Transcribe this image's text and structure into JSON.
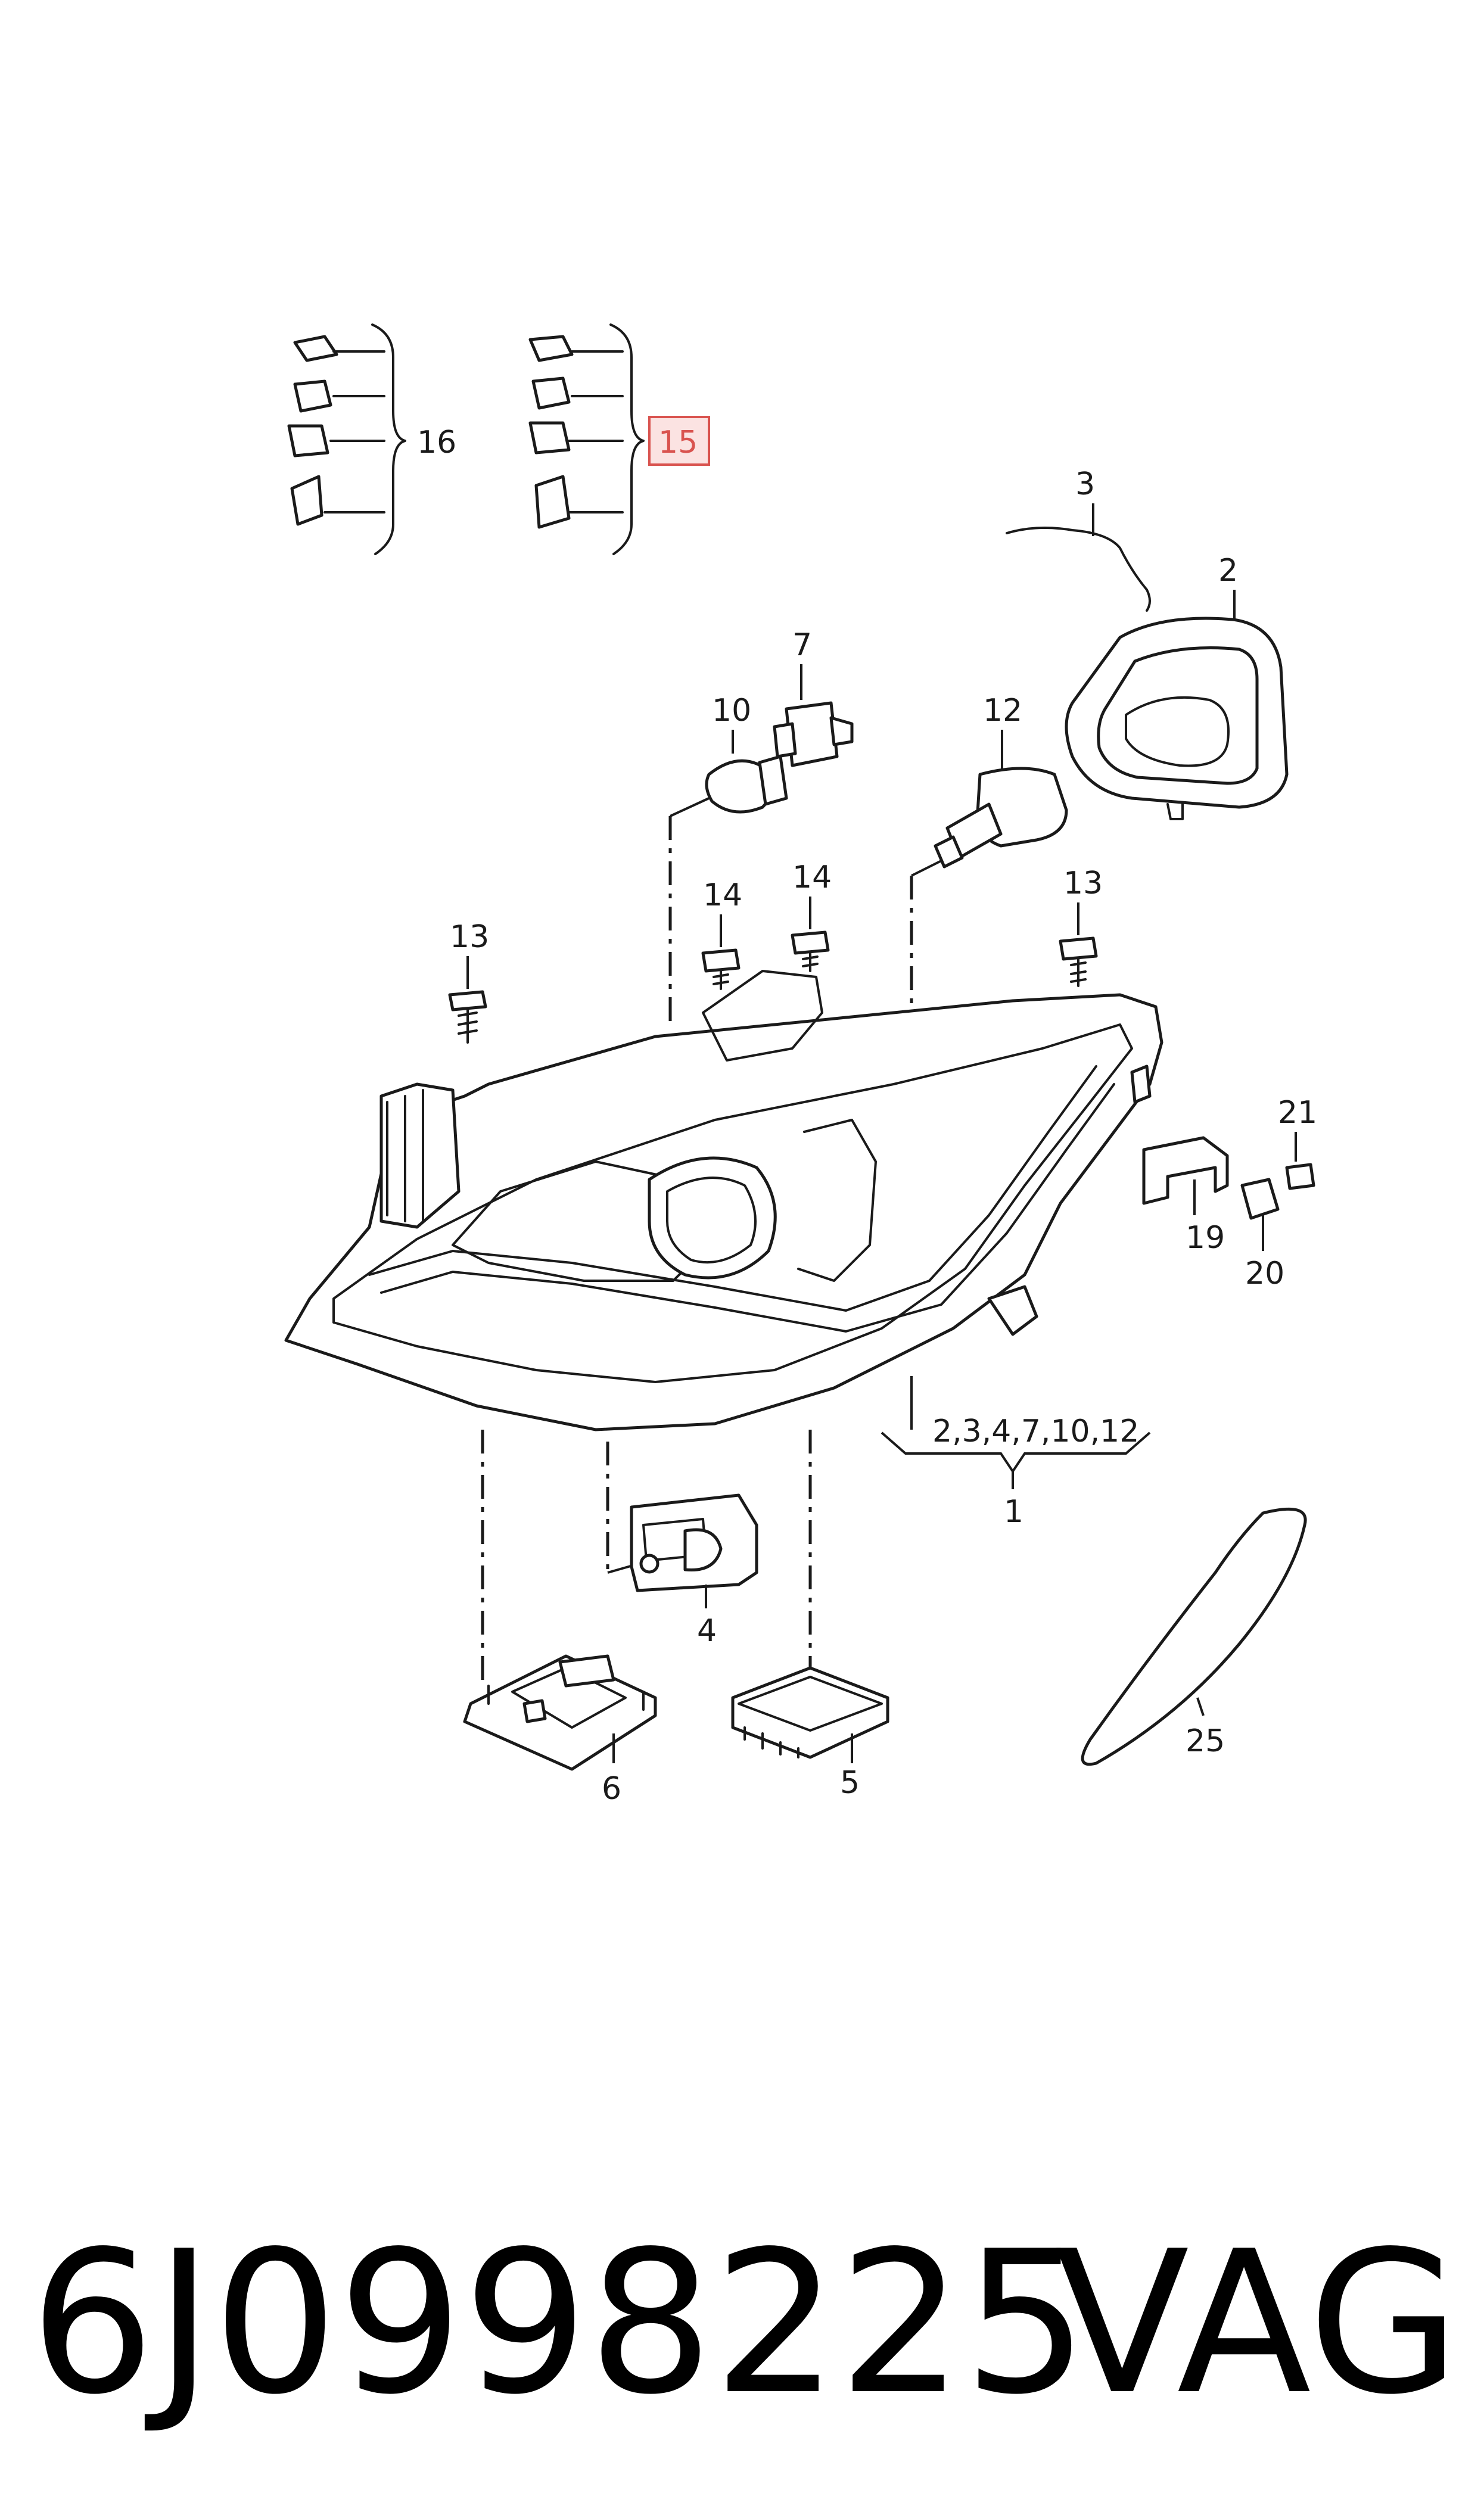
{
  "callouts": {
    "c1": "1",
    "c2": "2",
    "c3": "3",
    "c4": "4",
    "c5": "5",
    "c6": "6",
    "c7": "7",
    "c10": "10",
    "c12": "12",
    "c13a": "13",
    "c13b": "13",
    "c14a": "14",
    "c14b": "14",
    "c15": "15",
    "c16": "16",
    "c19": "19",
    "c20": "20",
    "c21": "21",
    "c25": "25",
    "c_group": "2,3,4,7,10,12"
  },
  "highlight_color": "#d9534f",
  "footer": {
    "part_number": "6J0998225",
    "brand": "VAG"
  }
}
